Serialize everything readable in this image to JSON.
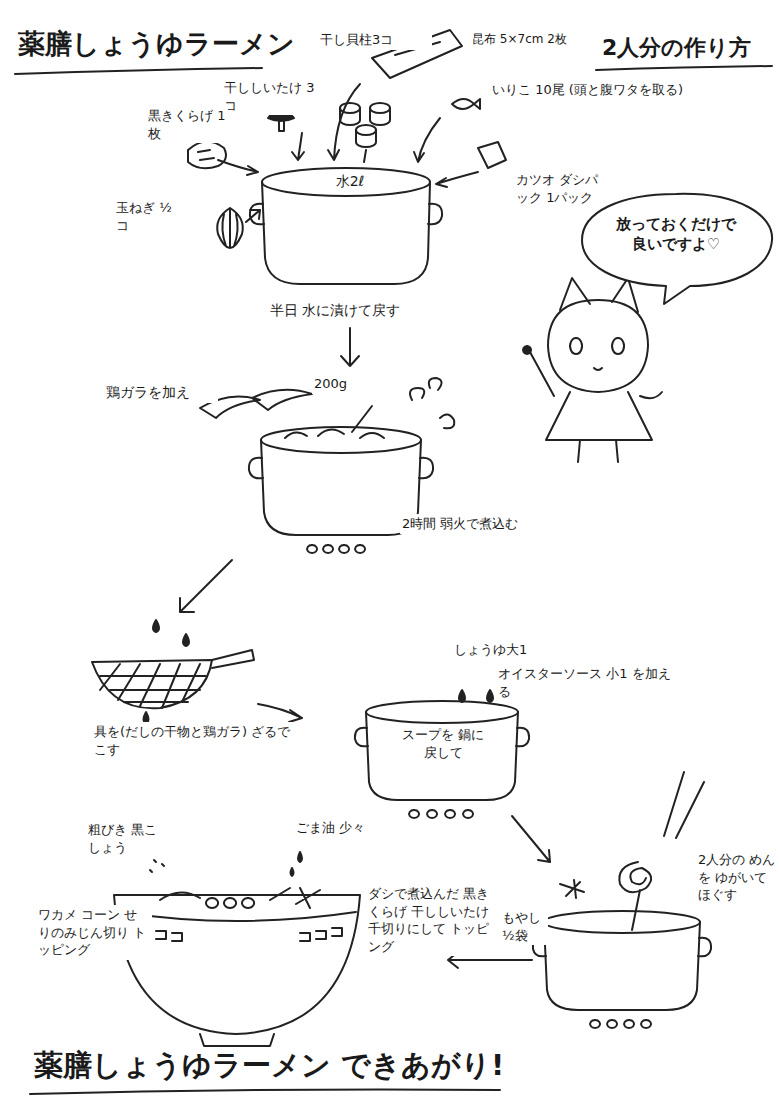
{
  "diagram": {
    "title": "薬膳しょうゆラーメン",
    "caption": "薬膳しょうゆラーメン できあがり!",
    "nodes": [
      {
        "text": [
          "水2ℓ"
        ]
      },
      {
        "text": [
          "放っておくだけで 良いですよ♡"
        ]
      },
      {
        "text": [
          "スープを 鍋に戻して"
        ]
      }
    ],
    "labels": [
      "干し貝柱3コ",
      "昆布 5×7cm 2枚",
      "干ししいたけ 3コ",
      "黒きくらげ 1枚",
      "いりこ 10尾 (頭と腹ワタを取る)",
      "カツオ ダシパック 1パック",
      "玉ねぎ ½コ",
      "半日 水に漬けて戻す",
      "鶏ガラを加え",
      "200g",
      "2時間 弱火で煮込む",
      "具を(だしの干物と鶏ガラ) ざるでこす",
      "しょうゆ大1",
      "オイスターソース 小1 を加える",
      "もやし ½袋",
      "2人分の めんを ゆがいて ほぐす",
      "ダシで煮込んだ 黒きくらげ 干ししいたけ 千切りにして トッピング",
      "粗びき 黒こしょう",
      "ごま油 少々",
      "ワカメ コーン せりのみじん切り トッピング",
      "2人分の作り方"
    ]
  }
}
